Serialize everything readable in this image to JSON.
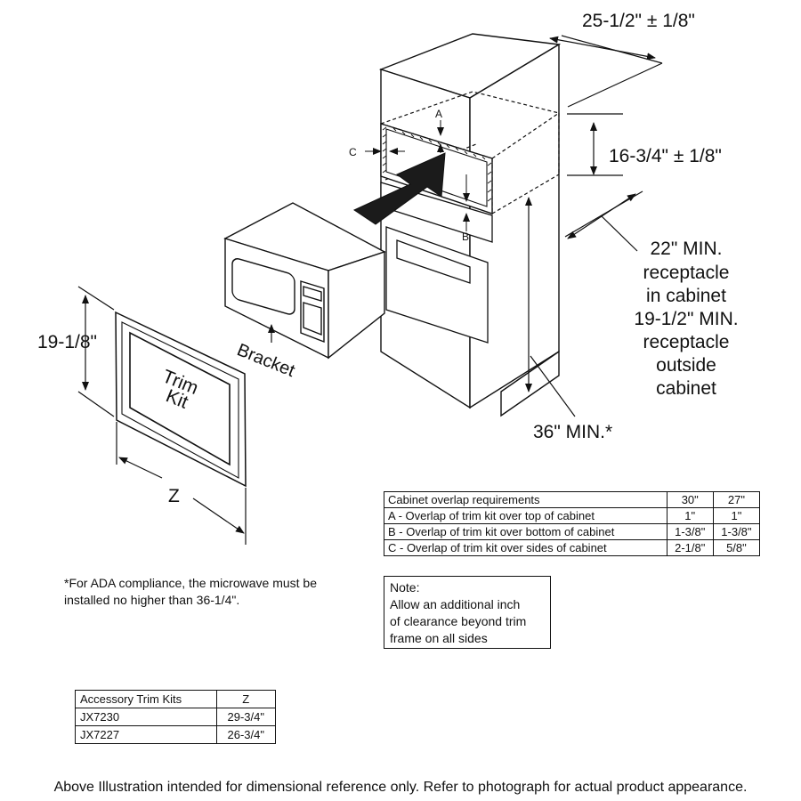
{
  "diagram": {
    "dimensions": {
      "depth": "25-1/2\" ± 1/8\"",
      "opening_height": "16-3/4\" ± 1/8\"",
      "receptacle_lines": [
        "22\" MIN.",
        "receptacle",
        "in cabinet",
        "19-1/2\" MIN.",
        "receptacle",
        "outside",
        "cabinet"
      ],
      "floor_height": "36\" MIN.*",
      "trim_height": "19-1/8\"",
      "trim_width": "Z"
    },
    "labels": {
      "overlap_a": "A",
      "overlap_b": "B",
      "overlap_c": "C",
      "bracket": "Bracket",
      "trim_kit_line1": "Trim",
      "trim_kit_line2": "Kit"
    }
  },
  "overlap_table": {
    "header": [
      "Cabinet overlap requirements",
      "30\"",
      "27\""
    ],
    "rows": [
      [
        "A - Overlap of trim kit over top of cabinet",
        "1\"",
        "1\""
      ],
      [
        "B - Overlap of trim kit over bottom of cabinet",
        "1-3/8\"",
        "1-3/8\""
      ],
      [
        "C - Overlap of trim kit over sides of cabinet",
        "2-1/8\"",
        "5/8\""
      ]
    ]
  },
  "ada_note": "*For ADA compliance, the microwave must be installed no higher than 36-1/4\".",
  "clearance_note": {
    "lines": [
      "Note:",
      "Allow an additional inch",
      "of clearance beyond trim",
      "frame on all sides"
    ]
  },
  "trim_kit_table": {
    "header": [
      "Accessory Trim Kits",
      "Z"
    ],
    "rows": [
      [
        "JX7230",
        "29-3/4\""
      ],
      [
        "JX7227",
        "26-3/4\""
      ]
    ]
  },
  "footer": "Above Illustration intended for dimensional reference only. Refer to photograph for actual product appearance."
}
